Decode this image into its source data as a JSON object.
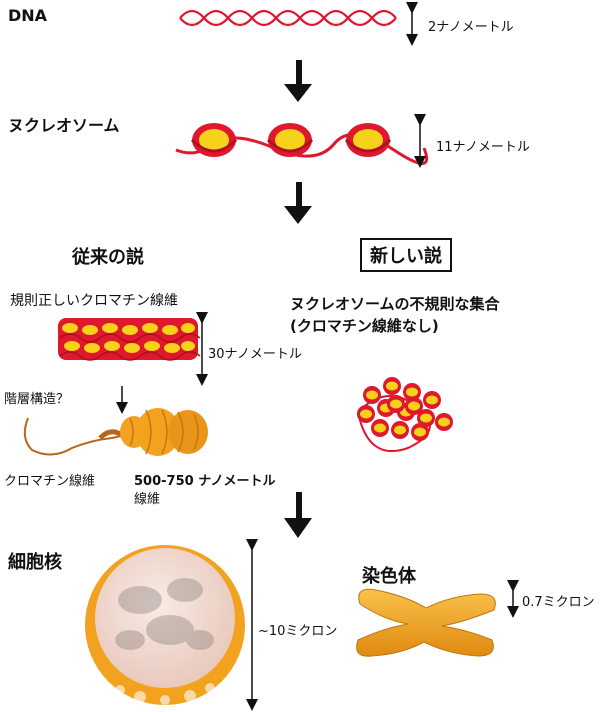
{
  "labels": {
    "dna": "DNA",
    "dna_size": "2ナノメートル",
    "nucleosome": "ヌクレオソーム",
    "nucleosome_size": "11ナノメートル",
    "conventional_theory": "従来の説",
    "new_theory": "新しい説",
    "regular_fiber": "規則正しいクロマチン線維",
    "irregular_line1": "ヌクレオソームの不規則な集合",
    "irregular_line2": "(クロマチン線維なし)",
    "fiber_size": "30ナノメートル",
    "hierarchy": "階層構造？",
    "chromatin_fiber": "クロマチン線維",
    "large_fiber_line1": "500-750 ナノメートル",
    "large_fiber_line2": "線維",
    "nucleus": "細胞核",
    "nucleus_size": "~10ミクロン",
    "chromosome": "染色体",
    "chromosome_size": "0.7ミクロン"
  },
  "colors": {
    "dna_red": "#e0182d",
    "histone_yellow": "#f7d21a",
    "orange": "#f2a21e",
    "nucleus_pink": "#f3ded6"
  }
}
